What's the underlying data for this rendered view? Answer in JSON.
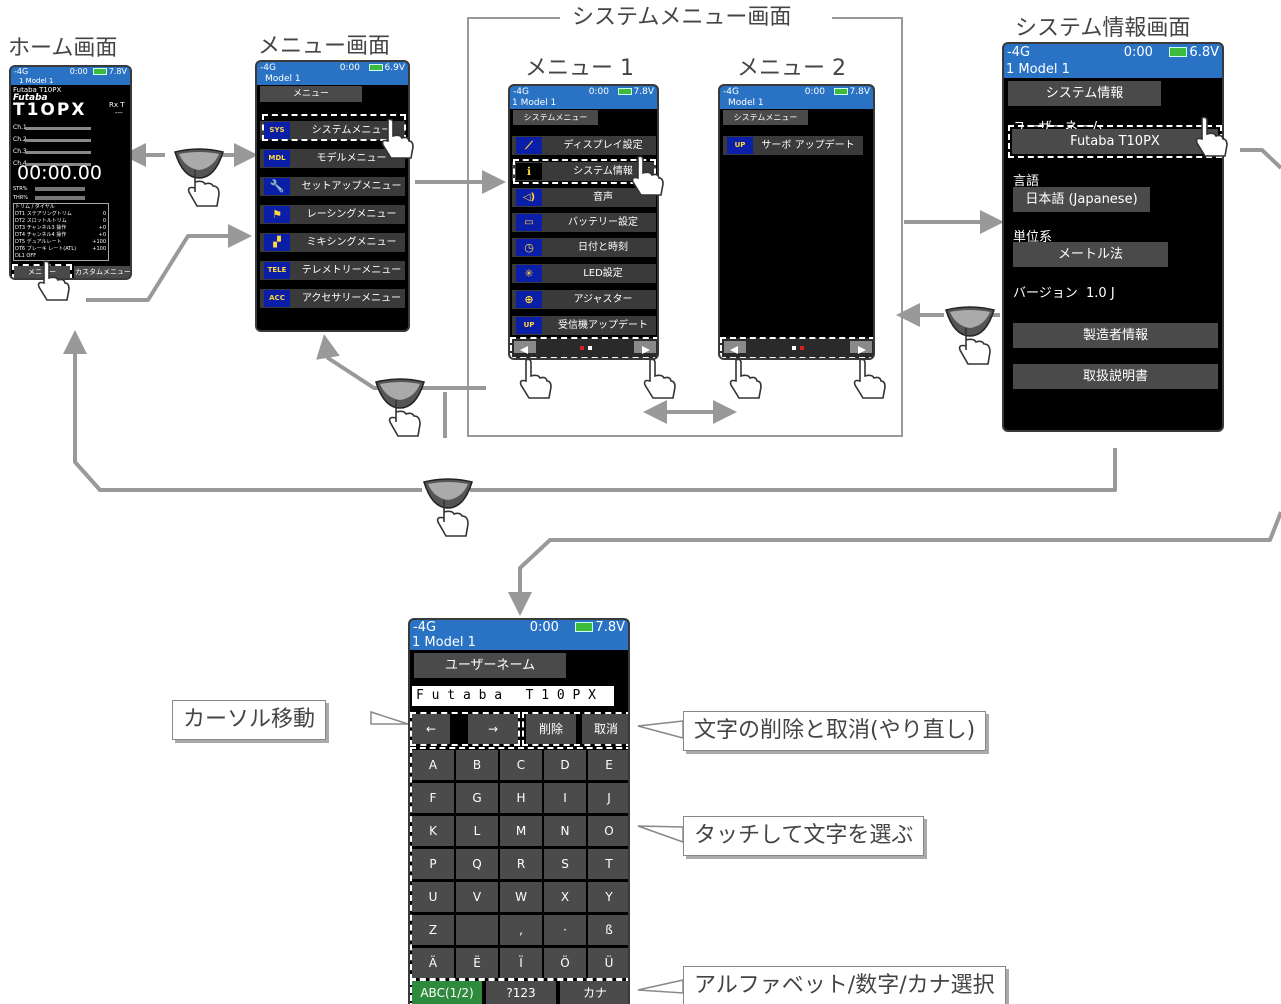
{
  "titles": {
    "home": "ホーム画面",
    "menu": "メニュー画面",
    "system_menu_group": "システムメニュー画面",
    "menu1": "メニュー 1",
    "menu2": "メニュー 2",
    "sysinfo": "システム情報画面"
  },
  "home": {
    "status_left": "-4G",
    "status_time": "0:00",
    "status_volt": "7.8V",
    "model": "1  Model 1",
    "model_small": "Futaba T10PX",
    "brand": "Futaba",
    "logo": "T1OPX",
    "rx": "Rx  T",
    "rx_val": "---",
    "channels": [
      "Ch.1",
      "Ch.2",
      "Ch.3",
      "Ch.4"
    ],
    "timer": "00:00.00",
    "str": "STR%",
    "thr": "THR%",
    "trim_header": "トリム / ダイヤル",
    "trim_rows": [
      {
        "k": "DT1",
        "n": "ステアリングトリム",
        "v": "0"
      },
      {
        "k": "DT2",
        "n": "スロットルトリム",
        "v": "0"
      },
      {
        "k": "DT3",
        "n": "チャンネル3 操作",
        "v": "+0"
      },
      {
        "k": "DT4",
        "n": "チャンネル4 操作",
        "v": "+0"
      },
      {
        "k": "DT5",
        "n": "デュアルレート",
        "v": "+100"
      },
      {
        "k": "DT6",
        "n": "ブレーキ レート(ATL)",
        "v": "+100"
      },
      {
        "k": "DL1",
        "n": "OFF",
        "v": ""
      }
    ],
    "menu_button": "メニュー",
    "custom_button": "カスタムメニュー"
  },
  "menu": {
    "status_left": "-4G",
    "status_time": "0:00",
    "status_volt": "6.9V",
    "model": "Model 1",
    "header": "メニュー",
    "items": [
      {
        "icon": "SYS",
        "label": "システムメニュー"
      },
      {
        "icon": "MDL",
        "label": "モデルメニュー"
      },
      {
        "icon": "wrench",
        "label": "セットアップメニュー"
      },
      {
        "icon": "race",
        "label": "レーシングメニュー"
      },
      {
        "icon": "mix",
        "label": "ミキシングメニュー"
      },
      {
        "icon": "TELE",
        "label": "テレメトリーメニュー"
      },
      {
        "icon": "ACC",
        "label": "アクセサリーメニュー"
      }
    ]
  },
  "menu1": {
    "status_left": "-4G",
    "status_time": "0:00",
    "status_volt": "7.8V",
    "model": "1  Model 1",
    "header": "システムメニュー",
    "items": [
      {
        "icon": "display",
        "label": "ディスプレイ設定"
      },
      {
        "icon": "info",
        "label": "システム情報"
      },
      {
        "icon": "sound",
        "label": "音声"
      },
      {
        "icon": "battery",
        "label": "バッテリー設定"
      },
      {
        "icon": "clock",
        "label": "日付と時刻"
      },
      {
        "icon": "led",
        "label": "LED設定"
      },
      {
        "icon": "adjuster",
        "label": "アジャスター"
      },
      {
        "icon": "UP",
        "label": "受信機アップデート"
      }
    ]
  },
  "menu2": {
    "status_left": "-4G",
    "status_time": "0:00",
    "status_volt": "7.8V",
    "model": "Model 1",
    "header": "システムメニュー",
    "items": [
      {
        "icon": "UP",
        "label": "サーボ アップデート"
      }
    ]
  },
  "sysinfo": {
    "status_left": "-4G",
    "status_time": "0:00",
    "status_volt": "6.8V",
    "model": "1   Model 1",
    "header": "システム情報",
    "username_label": "ユーザーネーム",
    "username": "Futaba T10PX",
    "language_label": "言語",
    "language": "日本語 (Japanese)",
    "unit_label": "単位系",
    "unit": "メートル法",
    "version_label": "バージョン",
    "version": "1.0 J",
    "manufacturer": "製造者情報",
    "manual": "取扱説明書"
  },
  "keyboard": {
    "status_left": "-4G",
    "status_time": "0:00",
    "status_volt": "7.8V",
    "model": "1   Model 1",
    "header": "ユーザーネーム",
    "input": "F u t a b a   T 1 0 P X",
    "left_arrow": "←",
    "right_arrow": "→",
    "delete": "削除",
    "cancel": "取消",
    "rows": [
      [
        "A",
        "B",
        "C",
        "D",
        "E"
      ],
      [
        "F",
        "G",
        "H",
        "I",
        "J"
      ],
      [
        "K",
        "L",
        "M",
        "N",
        "O"
      ],
      [
        "P",
        "Q",
        "R",
        "S",
        "T"
      ],
      [
        "U",
        "V",
        "W",
        "X",
        "Y"
      ],
      [
        "Z",
        "",
        ",",
        "·",
        "ß"
      ],
      [
        "Ä",
        "Ë",
        "Ï",
        "Ö",
        "Ü"
      ]
    ],
    "modes": [
      "ABC(1/2)",
      "?123",
      "カナ"
    ]
  },
  "callouts": {
    "cursor": "カーソル移動",
    "delete_cancel": "文字の削除と取消(やり直し)",
    "touch": "タッチして文字を選ぶ",
    "mode": "アルファベット/数字/カナ選択"
  },
  "colors": {
    "accent_blue": "#2a73c4",
    "arrow_gray": "#999999",
    "mode_green": "#2e8b3e",
    "icon_blue": "#0a1ea8"
  }
}
